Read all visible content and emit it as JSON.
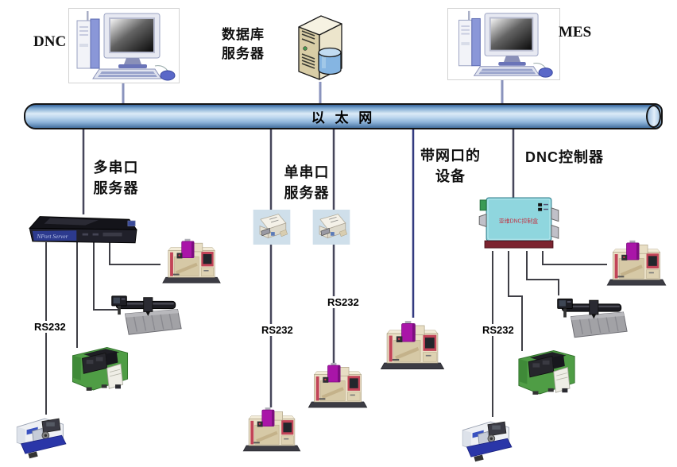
{
  "nodes": {
    "dnc_pc": {
      "label": "DNC"
    },
    "db_server": {
      "label_line1": "数据库",
      "label_line2": "服务器"
    },
    "mes_pc": {
      "label": "MES"
    },
    "ethernet": {
      "label": "以 太 网"
    },
    "multi_serial_server": {
      "label_line1": "多串口",
      "label_line2": "服务器",
      "device_text": "NPort Server"
    },
    "single_serial_server": {
      "label_line1": "单串口",
      "label_line2": "服务器"
    },
    "net_port_device": {
      "label_line1": "带网口的",
      "label_line2": "设备"
    },
    "dnc_controller": {
      "label": "DNC控制器",
      "device_text": "亚维DNC控制盒"
    }
  },
  "connection_labels": {
    "rs232": "RS232"
  },
  "colors": {
    "ethernet_pipe_blue": "#9cc0e2",
    "drop_line_light": "#8a93bd",
    "bus_line_dark": "#46465a",
    "net_port_line_blue": "#333a80",
    "machine_line_gray": "#3f3f46",
    "mill_magenta": "#a915a8",
    "mill_body_cream": "#eae0c6",
    "lathe_green": "#4f9d45",
    "lathe_base_blue": "#2a36a8",
    "controller_cyan": "#8fd6de",
    "controller_strip_maroon": "#7c2430",
    "server_beige": "#ddd2ae",
    "db_cylinder_blue": "#85b5e2"
  }
}
